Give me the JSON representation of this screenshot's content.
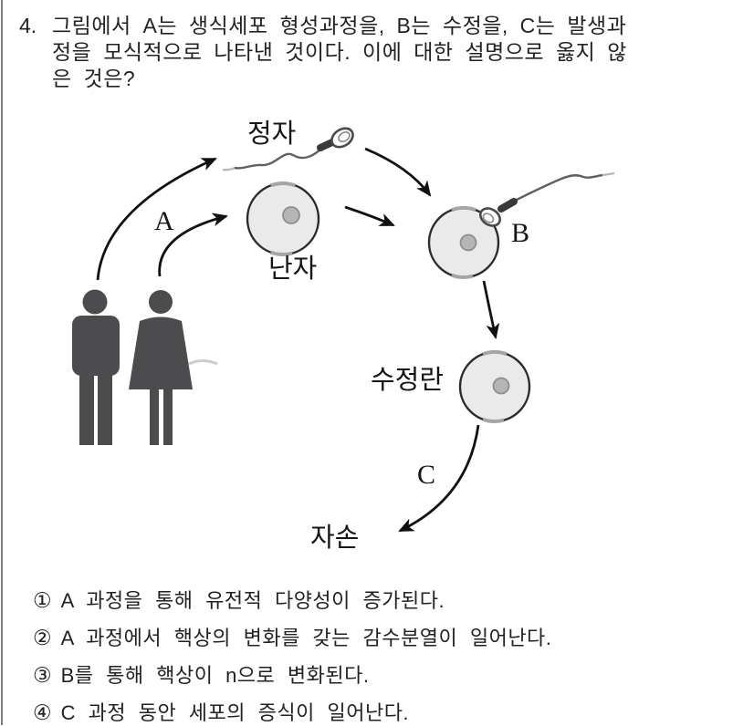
{
  "question": {
    "number": "4.",
    "lines": [
      "그림에서 A는 생식세포 형성과정을, B는 수정을, C는 발생과",
      "정을 모식적으로 나타낸 것이다. 이에 대한 설명으로 옳지 않",
      "은 것은?"
    ]
  },
  "diagram": {
    "labels": {
      "sperm": "정자",
      "egg": "난자",
      "zygote": "수정란",
      "offspring": "자손",
      "process_a": "A",
      "process_b": "B",
      "process_c": "C"
    },
    "colors": {
      "cell_fill": "#eaeaea",
      "cell_stroke": "#2b2b2b",
      "nucleus_fill": "#b5b5b5",
      "figure": "#4c4c4e",
      "arrow": "#111111",
      "rule": "#7d7d7d"
    }
  },
  "options": [
    {
      "number": "①",
      "text": "A 과정을 통해 유전적 다양성이 증가된다."
    },
    {
      "number": "②",
      "text": "A 과정에서 핵상의 변화를 갖는 감수분열이 일어난다."
    },
    {
      "number": "③",
      "text": "B를 통해 핵상이 n으로 변화된다."
    },
    {
      "number": "④",
      "text": "C 과정 동안 세포의 증식이 일어난다."
    }
  ]
}
